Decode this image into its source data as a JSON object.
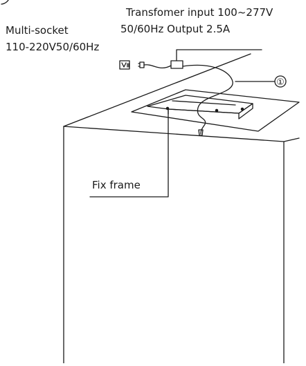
{
  "labels": {
    "transformer_line1": "Transfomer input 100~277V",
    "transformer_line2": "50/60Hz Output 2.5A",
    "socket_line1": "Multi-socket",
    "socket_line2": "110-220V50/60Hz",
    "fix_frame": "Fix frame",
    "callout_number": "①"
  }
}
